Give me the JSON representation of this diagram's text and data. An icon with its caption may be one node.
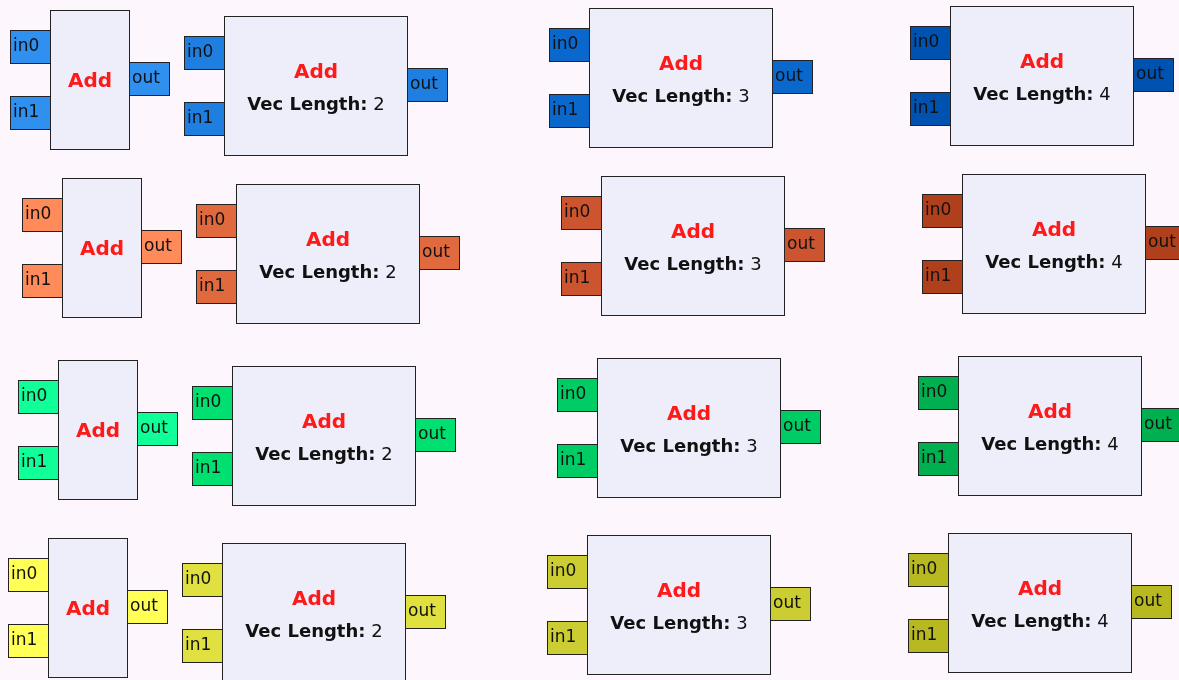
{
  "diagram": {
    "nodes": [
      {
        "text": [
          "Add"
        ]
      },
      {
        "text": [
          "in0"
        ]
      },
      {
        "text": [
          "in1"
        ]
      },
      {
        "text": [
          "out"
        ]
      },
      {
        "text": [
          "Add",
          "**Vec Length:** 2"
        ]
      },
      {
        "text": [
          "in0"
        ]
      },
      {
        "text": [
          "in1"
        ]
      },
      {
        "text": [
          "out"
        ]
      },
      {
        "text": [
          "Add",
          "**Vec Length:** 3"
        ]
      },
      {
        "text": [
          "in0"
        ]
      },
      {
        "text": [
          "in1"
        ]
      },
      {
        "text": [
          "out"
        ]
      },
      {
        "text": [
          "Add",
          "**Vec Length:** 4"
        ]
      },
      {
        "text": [
          "in0"
        ]
      },
      {
        "text": [
          "in1"
        ]
      },
      {
        "text": [
          "out"
        ]
      },
      {
        "text": [
          "Add"
        ]
      },
      {
        "text": [
          "in0"
        ]
      },
      {
        "text": [
          "in1"
        ]
      },
      {
        "text": [
          "out"
        ]
      },
      {
        "text": [
          "Add",
          "**Vec Length:** 2"
        ]
      },
      {
        "text": [
          "in0"
        ]
      },
      {
        "text": [
          "in1"
        ]
      },
      {
        "text": [
          "out"
        ]
      },
      {
        "text": [
          "Add",
          "**Vec Length:** 3"
        ]
      },
      {
        "text": [
          "in0"
        ]
      },
      {
        "text": [
          "in1"
        ]
      },
      {
        "text": [
          "out"
        ]
      },
      {
        "text": [
          "Add",
          "**Vec Length:** 4"
        ]
      },
      {
        "text": [
          "in0"
        ]
      },
      {
        "text": [
          "in1"
        ]
      },
      {
        "text": [
          "out"
        ]
      },
      {
        "text": [
          "Add"
        ]
      },
      {
        "text": [
          "in0"
        ]
      },
      {
        "text": [
          "in1"
        ]
      },
      {
        "text": [
          "out"
        ]
      },
      {
        "text": [
          "Add",
          "**Vec Length:** 2"
        ]
      },
      {
        "text": [
          "in0"
        ]
      },
      {
        "text": [
          "in1"
        ]
      },
      {
        "text": [
          "out"
        ]
      },
      {
        "text": [
          "Add",
          "**Vec Length:** 3"
        ]
      },
      {
        "text": [
          "in0"
        ]
      },
      {
        "text": [
          "in1"
        ]
      },
      {
        "text": [
          "out"
        ]
      },
      {
        "text": [
          "Add",
          "**Vec Length:** 4"
        ]
      },
      {
        "text": [
          "in0"
        ]
      },
      {
        "text": [
          "in1"
        ]
      },
      {
        "text": [
          "out"
        ]
      },
      {
        "text": [
          "Add"
        ]
      },
      {
        "text": [
          "in0"
        ]
      },
      {
        "text": [
          "in1"
        ]
      },
      {
        "text": [
          "out"
        ]
      },
      {
        "text": [
          "Add",
          "**Vec Length:** 2"
        ]
      },
      {
        "text": [
          "in0"
        ]
      },
      {
        "text": [
          "in1"
        ]
      },
      {
        "text": [
          "out"
        ]
      },
      {
        "text": [
          "Add",
          "**Vec Length:** 3"
        ]
      },
      {
        "text": [
          "in0"
        ]
      },
      {
        "text": [
          "in1"
        ]
      },
      {
        "text": [
          "out"
        ]
      },
      {
        "text": [
          "Add",
          "**Vec Length:** 4"
        ]
      },
      {
        "text": [
          "in0"
        ]
      },
      {
        "text": [
          "in1"
        ]
      },
      {
        "text": [
          "out"
        ]
      }
    ]
  }
}
